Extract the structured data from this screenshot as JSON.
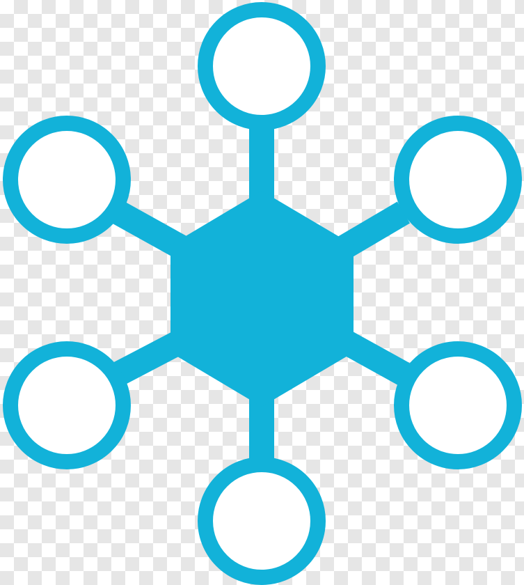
{
  "image": {
    "kind": "icon",
    "icon_name": "network-hub-icon",
    "background": "transparency-checkerboard",
    "colors": {
      "icon": "#12b2d9",
      "checker_light": "#ffffff",
      "checker_dark": "#e6e6e6"
    },
    "nodes": [
      "node-top",
      "node-upper-right",
      "node-lower-right",
      "node-bottom",
      "node-lower-left",
      "node-upper-left"
    ]
  }
}
